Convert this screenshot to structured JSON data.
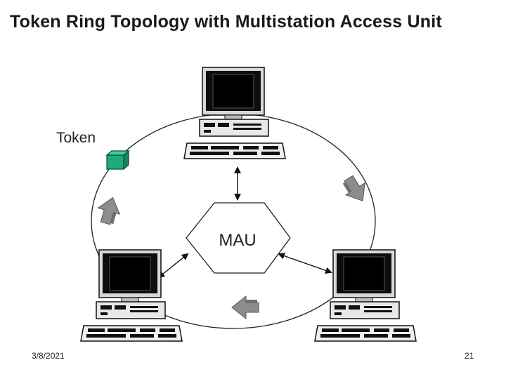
{
  "slide": {
    "title": "Token Ring Topology with Multistation Access Unit",
    "date": "3/8/2021",
    "page_number": "21"
  },
  "diagram": {
    "hub_label": "MAU",
    "token_label": "Token",
    "workstations": [
      "top",
      "bottom-left",
      "bottom-right"
    ],
    "colors": {
      "token": "#1faa80",
      "flow_arrow": "#8c8c8c",
      "ring": "#222222",
      "screen": "#0d0d0d",
      "bezel": "#d9d9d9"
    }
  }
}
